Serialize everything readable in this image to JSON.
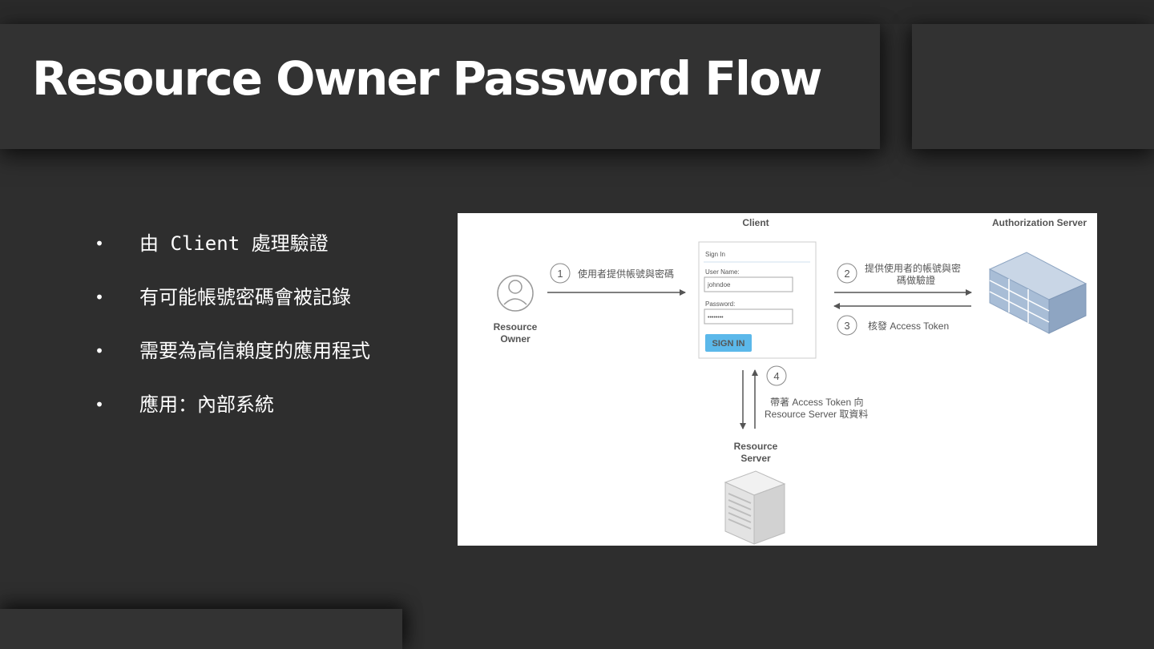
{
  "slide": {
    "title": "Resource Owner Password Flow",
    "bullets": [
      "由 Client 處理驗證",
      "有可能帳號密碼會被記錄",
      "需要為高信賴度的應用程式",
      "應用：內部系統"
    ]
  },
  "diagram": {
    "actors": {
      "client": "Client",
      "auth_server": "Authorization Server",
      "resource_owner_line1": "Resource",
      "resource_owner_line2": "Owner",
      "resource_server_line1": "Resource",
      "resource_server_line2": "Server"
    },
    "signin_form": {
      "heading": "Sign In",
      "username_label": "User Name:",
      "username_value": "johndoe",
      "password_label": "Password:",
      "password_value": "••••••••",
      "button_label": "SIGN IN"
    },
    "steps": [
      {
        "number": "1",
        "text": "使用者提供帳號與密碼"
      },
      {
        "number": "2",
        "line1": "提供使用者的帳號與密",
        "line2": "碼做驗證"
      },
      {
        "number": "3",
        "text": "核發 Access Token"
      },
      {
        "number": "4",
        "line1": "帶著 Access Token 向",
        "line2": "Resource Server 取資料"
      }
    ]
  },
  "colors": {
    "background": "#2e2e2e",
    "panel": "#323232",
    "text": "#ffffff",
    "signin_button": "#5bb8ea",
    "server_blue": "#a8bdd6"
  }
}
